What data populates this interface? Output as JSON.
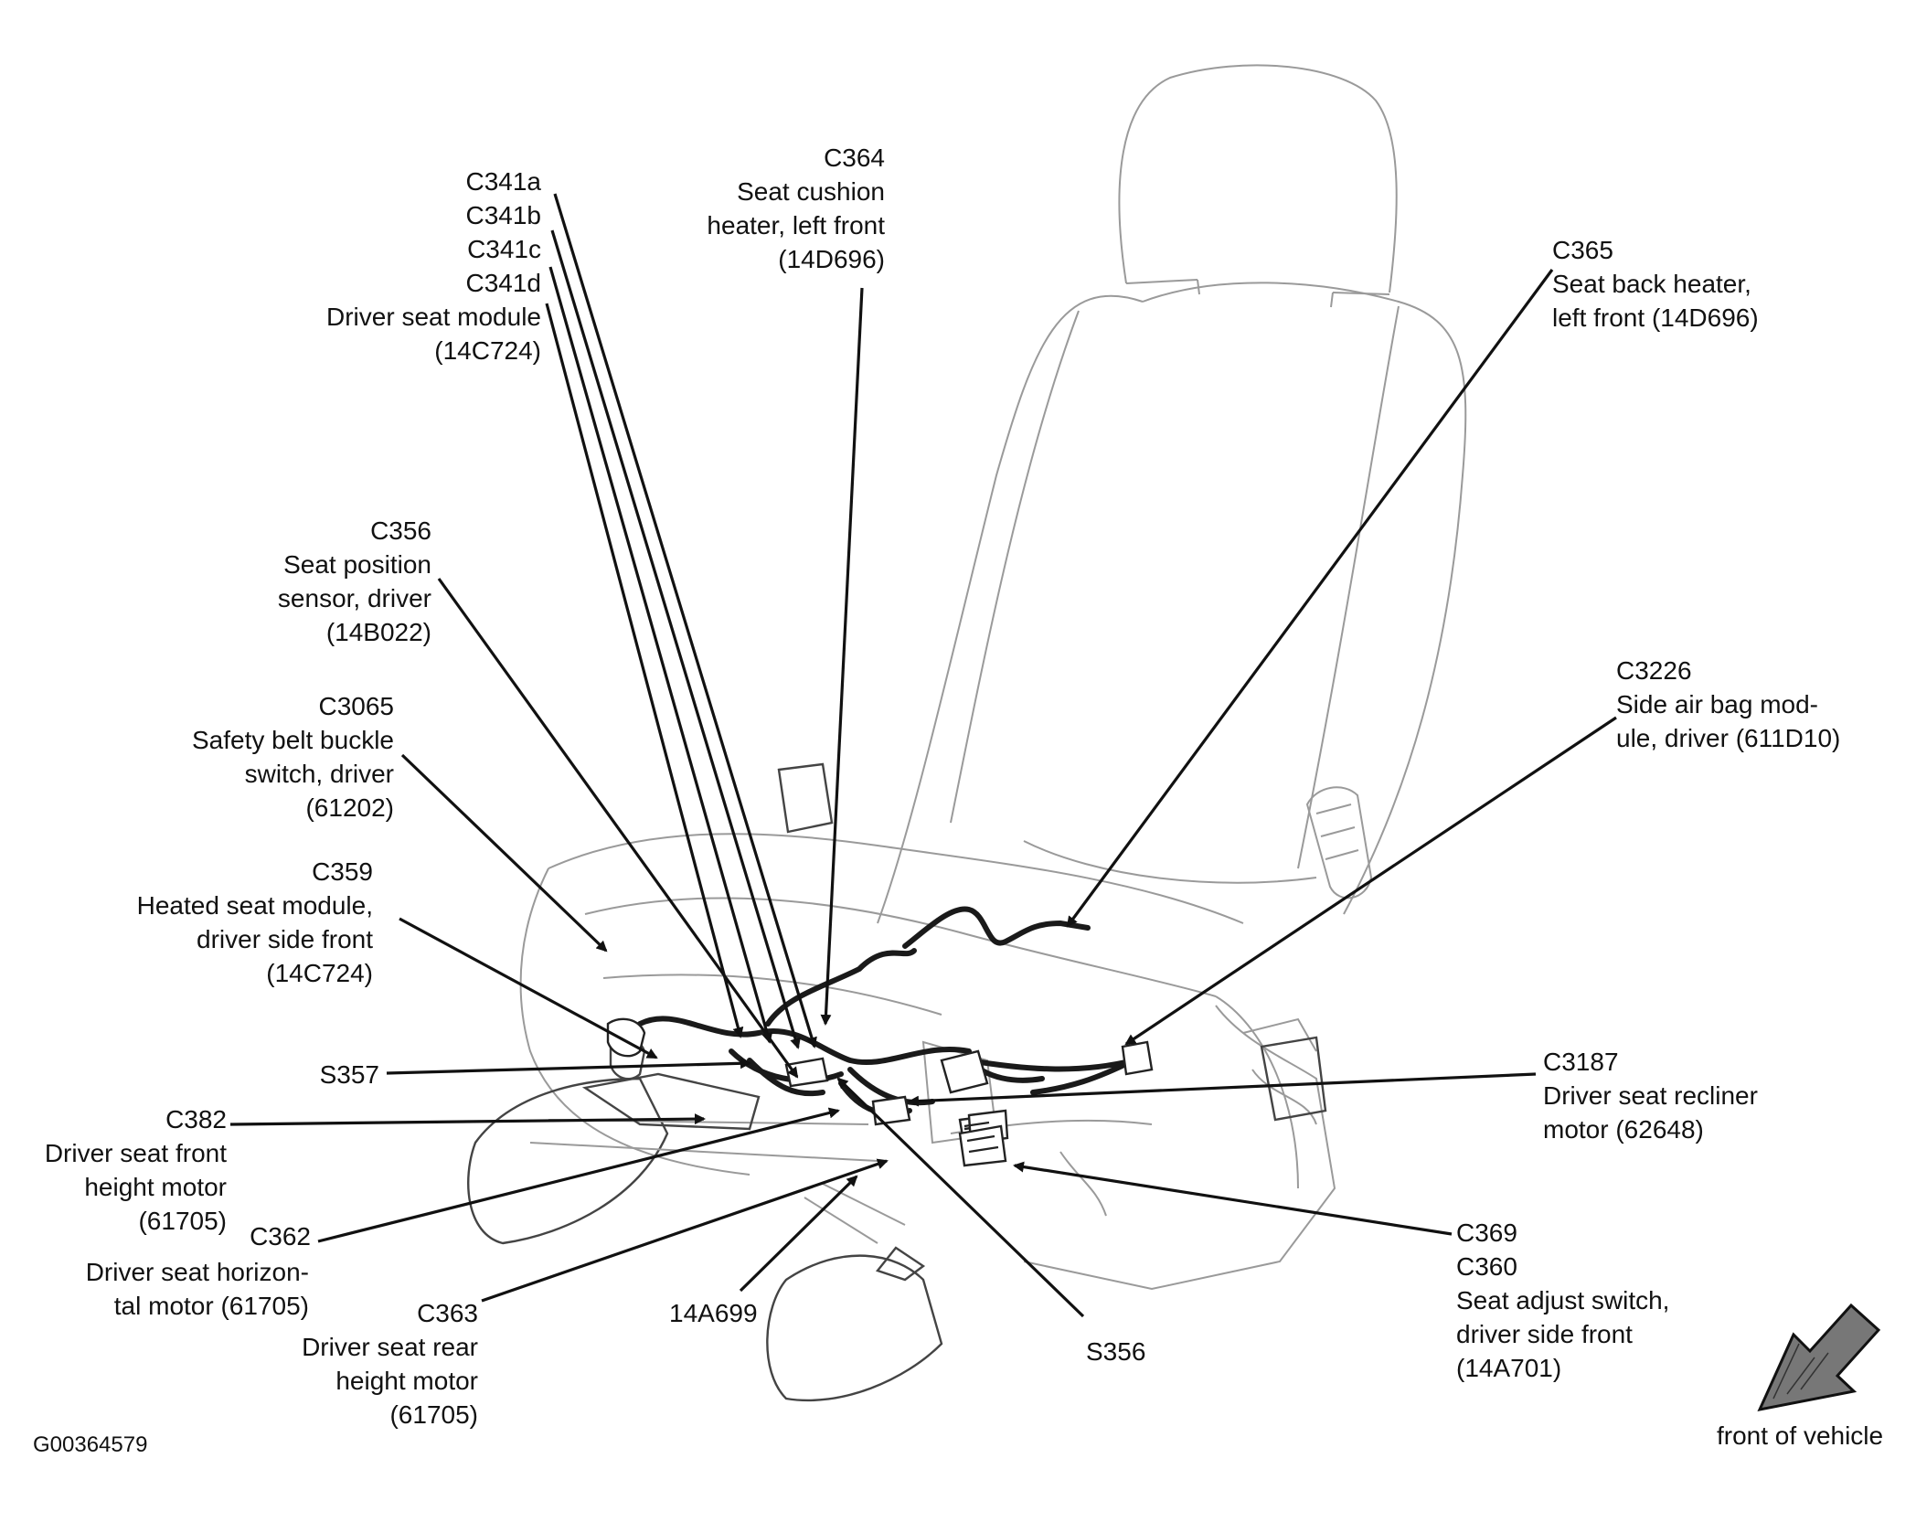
{
  "figure_id": "G00364579",
  "orientation": {
    "text": "front of vehicle",
    "icon": "direction-arrow-icon"
  },
  "colors": {
    "ink": "#111111",
    "seat_outline": "#9a9a9a",
    "arrow_fill": "#777777"
  },
  "callouts": [
    {
      "id": "c341",
      "lines": [
        "C341a",
        "C341b",
        "C341c",
        "C341d",
        "Driver seat module",
        "(14C724)"
      ]
    },
    {
      "id": "c364",
      "lines": [
        "C364",
        "Seat cushion",
        "heater, left front",
        "(14D696)"
      ]
    },
    {
      "id": "c365",
      "lines": [
        "C365",
        "Seat back heater,",
        "left front (14D696)"
      ]
    },
    {
      "id": "c356",
      "lines": [
        "C356",
        "Seat position",
        "sensor, driver",
        "(14B022)"
      ]
    },
    {
      "id": "c3065",
      "lines": [
        "C3065",
        "Safety belt buckle",
        "switch, driver",
        "(61202)"
      ]
    },
    {
      "id": "c3226",
      "lines": [
        "C3226",
        "Side air bag mod-",
        "ule, driver (611D10)"
      ]
    },
    {
      "id": "c359",
      "lines": [
        "C359",
        "Heated seat module,",
        "driver side front",
        "(14C724)"
      ]
    },
    {
      "id": "s357",
      "lines": [
        "S357"
      ]
    },
    {
      "id": "c3187",
      "lines": [
        "C3187",
        "Driver seat recliner",
        "motor (62648)"
      ]
    },
    {
      "id": "c382",
      "lines": [
        "C382",
        "Driver seat front",
        "height motor",
        "(61705)"
      ]
    },
    {
      "id": "c362",
      "lines": [
        "C362"
      ]
    },
    {
      "id": "c362_desc",
      "lines": [
        "Driver seat horizon-",
        "tal motor (61705)"
      ]
    },
    {
      "id": "c369",
      "lines": [
        "C369",
        "C360",
        "Seat adjust switch,",
        "driver side front",
        "(14A701)"
      ]
    },
    {
      "id": "c363",
      "lines": [
        "C363",
        "Driver seat rear",
        "height motor",
        "(61705)"
      ]
    },
    {
      "id": "n14a699",
      "lines": [
        "14A699"
      ]
    },
    {
      "id": "s356",
      "lines": [
        "S356"
      ]
    }
  ]
}
